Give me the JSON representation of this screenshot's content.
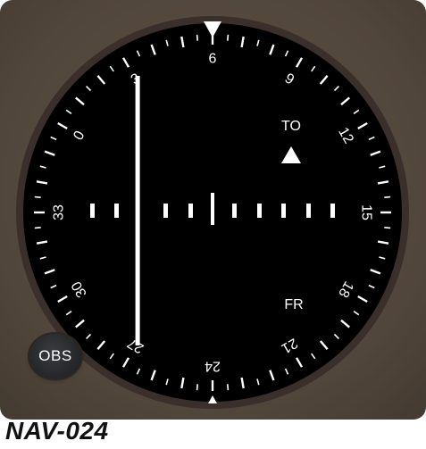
{
  "instrument": {
    "label": "NAV-024",
    "obs_label": "OBS",
    "to_label": "TO",
    "from_label": "FR",
    "course_selected": 6,
    "to_flag_active": true,
    "cdi_deflection_dots": -3.05
  },
  "compass_card": {
    "labels": [
      {
        "text": "6",
        "heading": 60
      },
      {
        "text": "9",
        "heading": 90
      },
      {
        "text": "12",
        "heading": 120
      },
      {
        "text": "15",
        "heading": 150
      },
      {
        "text": "18",
        "heading": 180
      },
      {
        "text": "21",
        "heading": 210
      },
      {
        "text": "24",
        "heading": 240
      },
      {
        "text": "27",
        "heading": 270
      },
      {
        "text": "30",
        "heading": 300
      },
      {
        "text": "33",
        "heading": 330
      },
      {
        "text": "0",
        "heading": 0
      },
      {
        "text": "3",
        "heading": 30
      }
    ]
  },
  "colors": {
    "bezel": "#564a3f",
    "face": "#000000",
    "markings": "#ffffff",
    "rim": "#3a2f2a"
  }
}
